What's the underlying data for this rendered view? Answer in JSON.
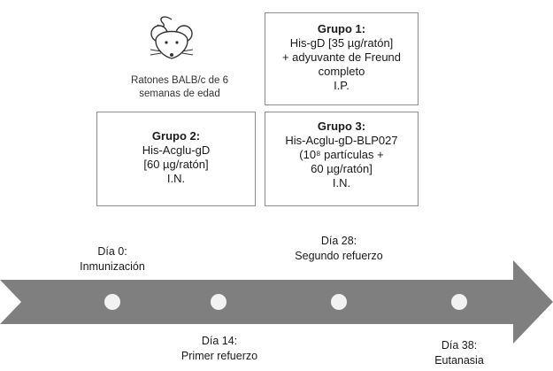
{
  "mouse_caption": {
    "line1": "Ratones BALB/c de 6",
    "line2": "semanas de edad"
  },
  "groups": [
    {
      "title": "Grupo 1:",
      "lines": [
        "His-gD  [35 µg/ratón]",
        "+ adyuvante de Freund",
        "completo",
        "I.P."
      ]
    },
    {
      "title": "Grupo 2:",
      "lines": [
        "His-Acglu-gD",
        "[60 µg/ratón]",
        "I.N."
      ]
    },
    {
      "title": "Grupo 3:",
      "lines": [
        "His-Acglu-gD-BLP027",
        "(10⁸ partículas +",
        "60 µg/ratón]",
        "I.N."
      ]
    }
  ],
  "timeline": {
    "above": [
      {
        "line1": "Día 0:",
        "line2": "Inmunización"
      },
      {
        "line1": "Día 28:",
        "line2": "Segundo refuerzo"
      }
    ],
    "below": [
      {
        "line1": "Día 14:",
        "line2": "Primer refuerzo"
      },
      {
        "line1": "Día 38:",
        "line2": "Eutanasia"
      }
    ]
  },
  "colors": {
    "arrow": "#7f7f7f",
    "dots": "#f2f2f2",
    "box_border": "#8c8c8c"
  }
}
